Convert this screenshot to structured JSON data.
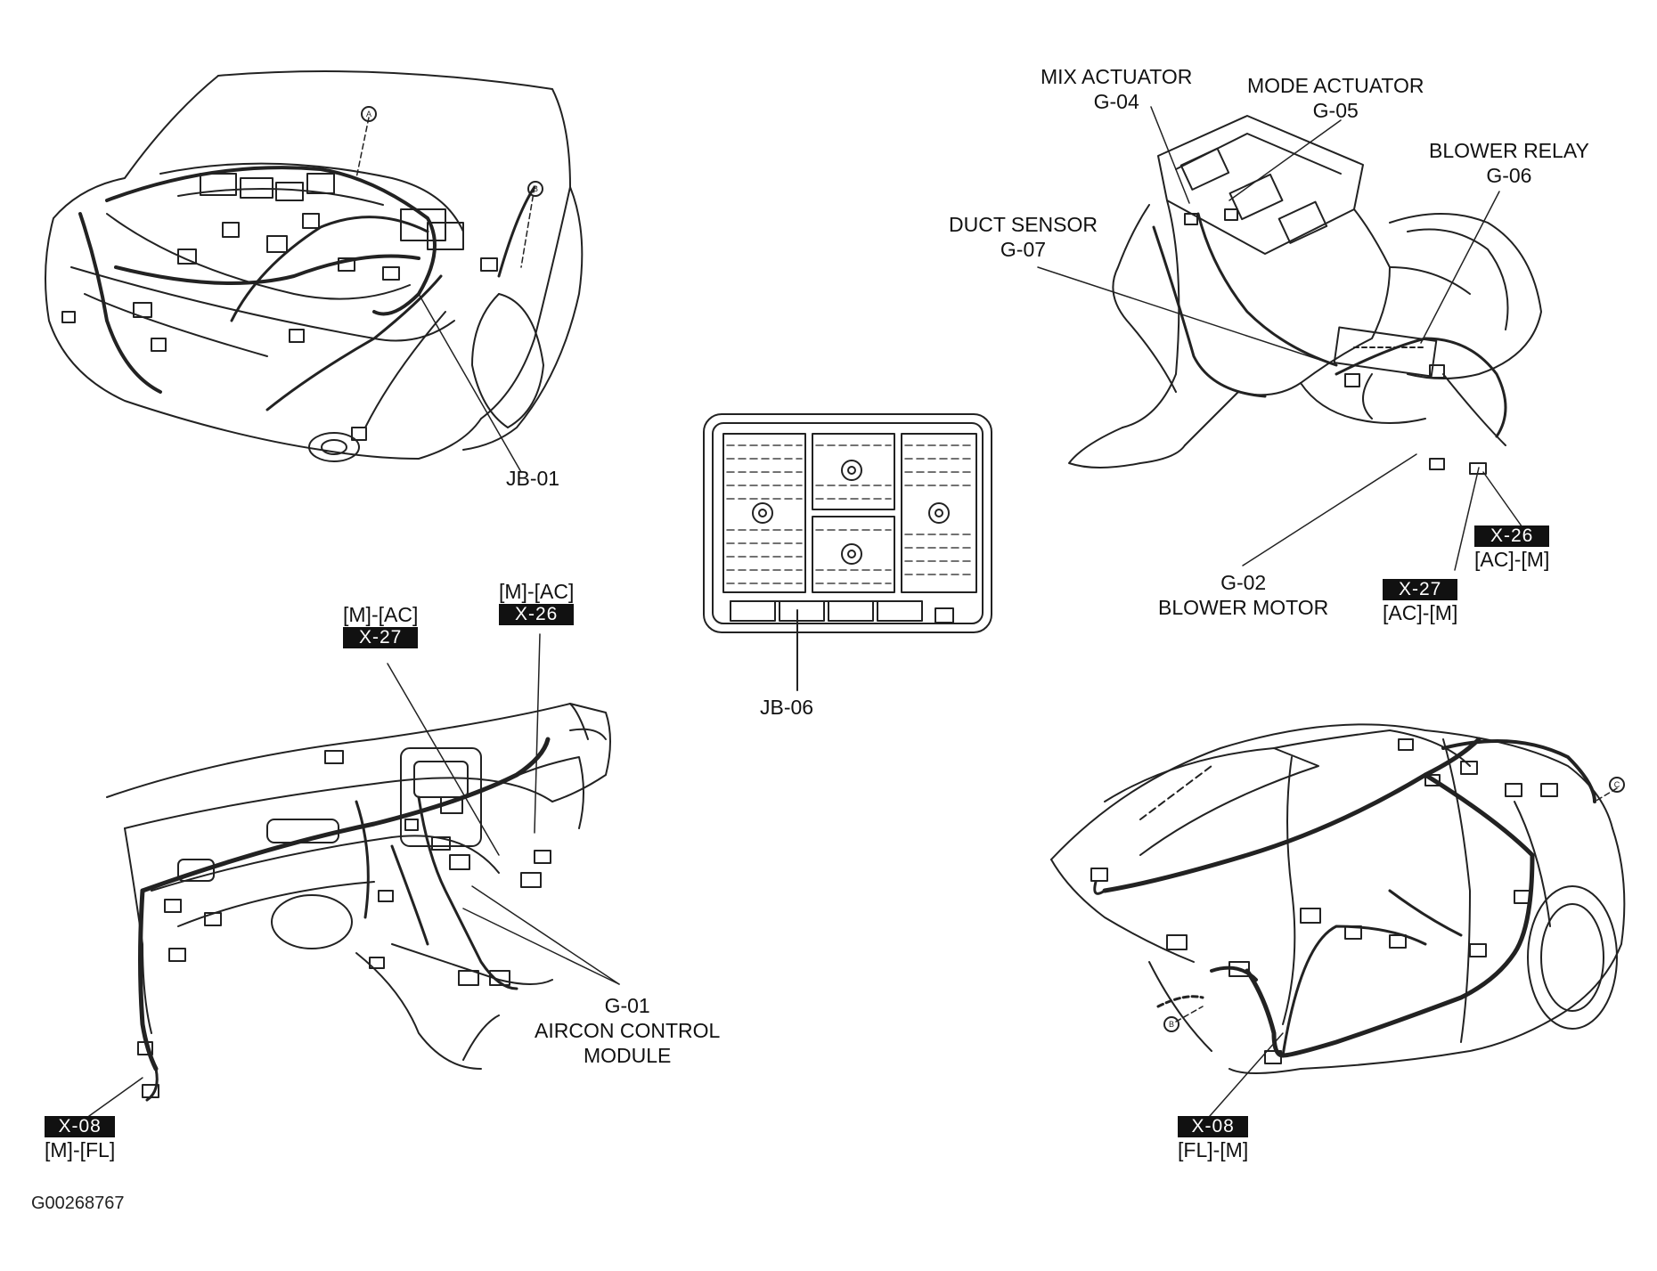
{
  "labels": {
    "jb01": "JB-01",
    "jb06": "JB-06",
    "mix_actuator": [
      "MIX ACTUATOR",
      "G-04"
    ],
    "mode_actuator": [
      "MODE ACTUATOR",
      "G-05"
    ],
    "blower_relay": [
      "BLOWER RELAY",
      "G-06"
    ],
    "duct_sensor": [
      "DUCT SENSOR",
      "G-07"
    ],
    "blower_motor": [
      "G-02",
      "BLOWER MOTOR"
    ],
    "aircon_module": [
      "G-01",
      "AIRCON CONTROL",
      "MODULE"
    ]
  },
  "connectors": {
    "x26_top": {
      "id": "X-26",
      "mates": "[AC]-[M]"
    },
    "x27_top": {
      "id": "X-27",
      "mates": "[AC]-[M]"
    },
    "x27_dash": {
      "id": "X-27",
      "mates": "[M]-[AC]"
    },
    "x26_dash": {
      "id": "X-26",
      "mates": "[M]-[AC]"
    },
    "x08_left": {
      "id": "X-08",
      "mates": "[M]-[FL]"
    },
    "x08_right": {
      "id": "X-08",
      "mates": "[FL]-[M]"
    }
  },
  "figure_code": "G00268767",
  "callout_letters": [
    "A",
    "B",
    "C",
    "B"
  ]
}
